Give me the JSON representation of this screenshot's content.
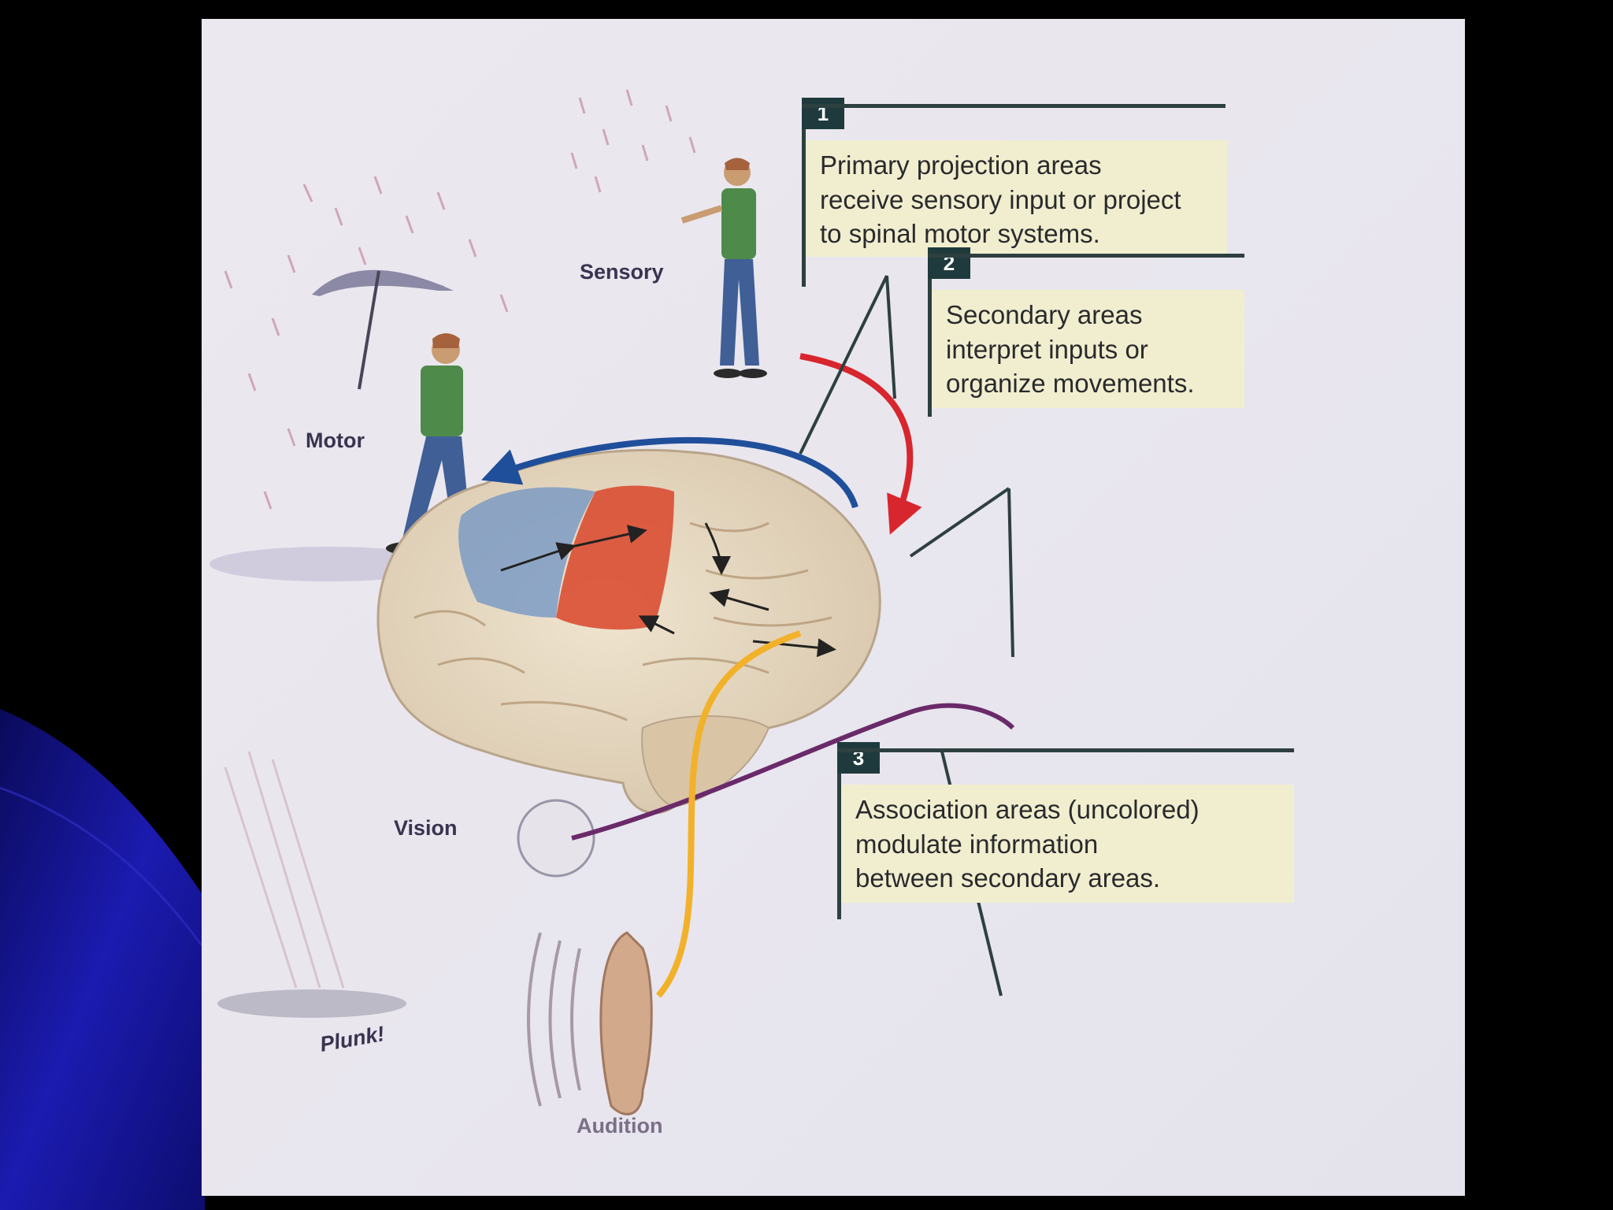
{
  "callouts": [
    {
      "number": "1",
      "text": "Primary projection areas\nreceive sensory input or project\nto spinal motor systems."
    },
    {
      "number": "2",
      "text": "Secondary areas\ninterpret inputs or\norganize movements."
    },
    {
      "number": "3",
      "text": "Association areas (uncolored)\nmodulate information\nbetween secondary areas."
    }
  ],
  "labels": {
    "sensory": "Sensory",
    "motor": "Motor",
    "vision": "Vision",
    "audition": "Audition",
    "plunk": "Plunk!"
  },
  "colors": {
    "primary_area": "#d9452a",
    "secondary_area": "#6f93c4",
    "callout_fill": "#f1eed0",
    "callout_header": "#1f3a3c",
    "sensory_arrow": "#d8262e",
    "motor_arrow": "#1f4f9a",
    "vision_arrow": "#6a2a6a",
    "audition_arrow": "#f2b12a"
  }
}
